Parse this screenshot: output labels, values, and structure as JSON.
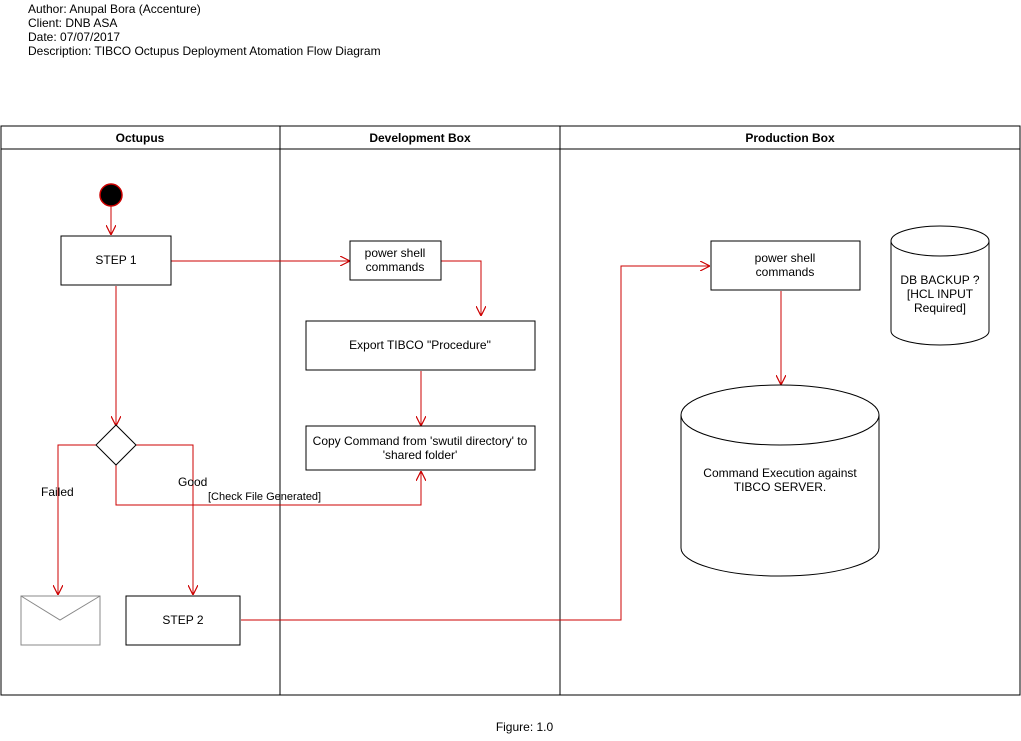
{
  "meta": {
    "author": "Author: Anupal Bora (Accenture)",
    "client": "Client: DNB ASA",
    "date": "Date: 07/07/2017",
    "description": "Description: TIBCO Octupus Deployment Atomation Flow Diagram"
  },
  "lanes": {
    "octupus": "Octupus",
    "development": "Development Box",
    "production": "Production Box"
  },
  "nodes": {
    "step1": "STEP 1",
    "step2": "STEP 2",
    "dev_powershell": [
      "power shell",
      "commands"
    ],
    "export_tibco": "Export TIBCO \"Procedure\"",
    "copy_command": [
      "Copy Command from 'swutil directory' to",
      "'shared folder'"
    ],
    "prod_powershell": [
      "power shell",
      "commands"
    ],
    "command_execution": [
      "Command Execution against",
      "TIBCO SERVER."
    ],
    "db_backup": [
      "DB BACKUP ?",
      "[HCL INPUT",
      "Required]"
    ]
  },
  "edges": {
    "failed": "Failed",
    "good": "Good",
    "check_file": "[Check File Generated]"
  },
  "caption": "Figure: 1.0",
  "colors": {
    "flow": "#cc0000",
    "border": "#000000",
    "mail_icon": "#888888"
  }
}
